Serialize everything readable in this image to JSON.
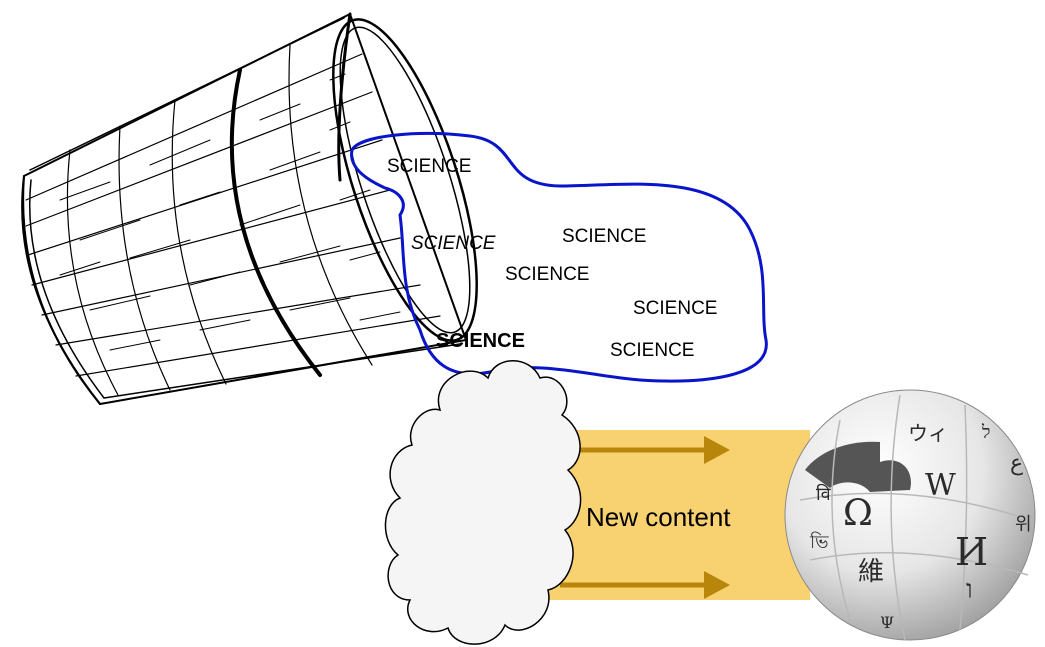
{
  "labels": {
    "science_1": "SCIENCE",
    "science_2": "SCIENCE",
    "science_3": "SCIENCE",
    "science_4": "SCIENCE",
    "science_5": "SCIENCE",
    "science_6": "SCIENCE",
    "science_7": "SCIENCE",
    "new_content": "New content"
  },
  "globe_glyphs": {
    "omega": "Ω",
    "w": "W",
    "i": "И",
    "kanji": "維",
    "wi": "ウィ",
    "hebrew": "ו",
    "arabic": "ع",
    "devanagari": "ভি",
    "bengali": "वि",
    "korean": "위",
    "hebrew2": "ל",
    "other": "Ψ"
  },
  "colors": {
    "blob_outline": "#0a14c8",
    "arrow_band": "#f8d270",
    "arrow_head": "#b8860b",
    "cloud_fill": "#f5f5f5",
    "outline": "#000000"
  }
}
